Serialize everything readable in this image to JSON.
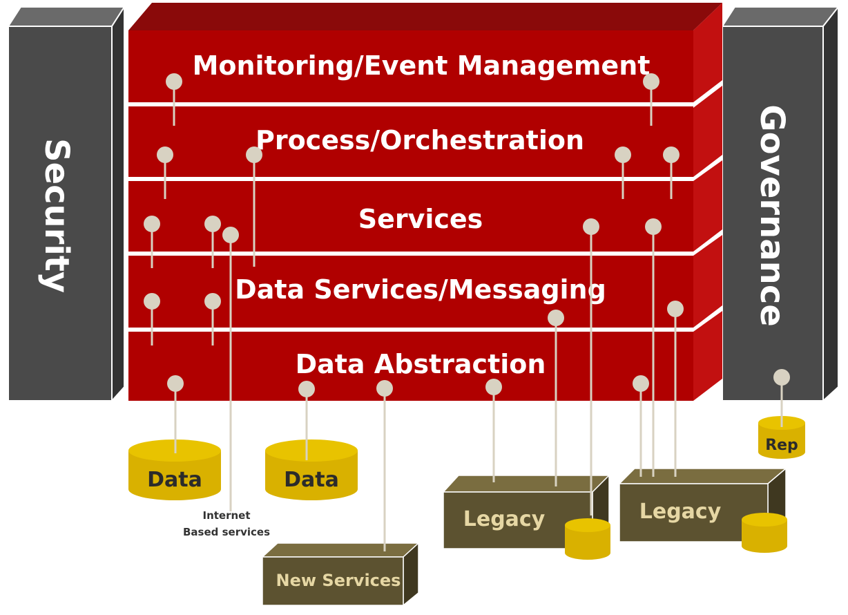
{
  "pillars": {
    "left": "Security",
    "right": "Governance"
  },
  "layers": [
    "Monitoring/Event Management",
    "Process/Orchestration",
    "Services",
    "Data Services/Messaging",
    "Data Abstraction"
  ],
  "stores": {
    "data_1": "Data",
    "data_2": "Data",
    "rep": "Rep"
  },
  "systems": {
    "legacy_1": "Legacy",
    "legacy_2": "Legacy",
    "new_services": "New Services"
  },
  "caption": {
    "line1": "Internet",
    "line2": "Based services"
  },
  "colors": {
    "layer_red": "#b00000",
    "layer_top": "#8a0a0a",
    "layer_side": "#c21010",
    "pillar_gray": "#4a4a4a",
    "store_gold": "#d9b100",
    "legacy_olive": "#5c5230",
    "pin": "#d8d2c2"
  }
}
